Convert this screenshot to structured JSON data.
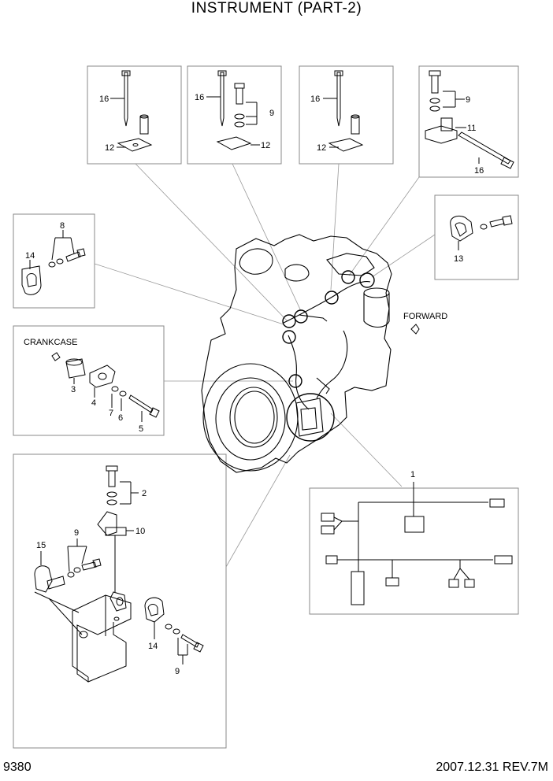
{
  "title": "INSTRUMENT (PART-2)",
  "footer": {
    "page_number": "9380",
    "revision": "2007.12.31  REV.7M"
  },
  "labels": {
    "forward": "FORWARD",
    "crankcase": "CRANKCASE",
    "box1": {
      "a": "16",
      "b": "12"
    },
    "box2": {
      "a": "16",
      "b": "9",
      "c": "12"
    },
    "box3": {
      "a": "16",
      "b": "12"
    },
    "box4": {
      "a": "9",
      "b": "11",
      "c": "16"
    },
    "box5": {
      "a": "13"
    },
    "box6": {
      "a": "8",
      "b": "14"
    },
    "box7": {
      "a": "3",
      "b": "4",
      "c": "7",
      "d": "6",
      "e": "5"
    },
    "box8": {
      "a": "2",
      "b": "10",
      "c": "15",
      "d": "9",
      "e": "14",
      "f": "9"
    },
    "harness": {
      "a": "1"
    }
  }
}
